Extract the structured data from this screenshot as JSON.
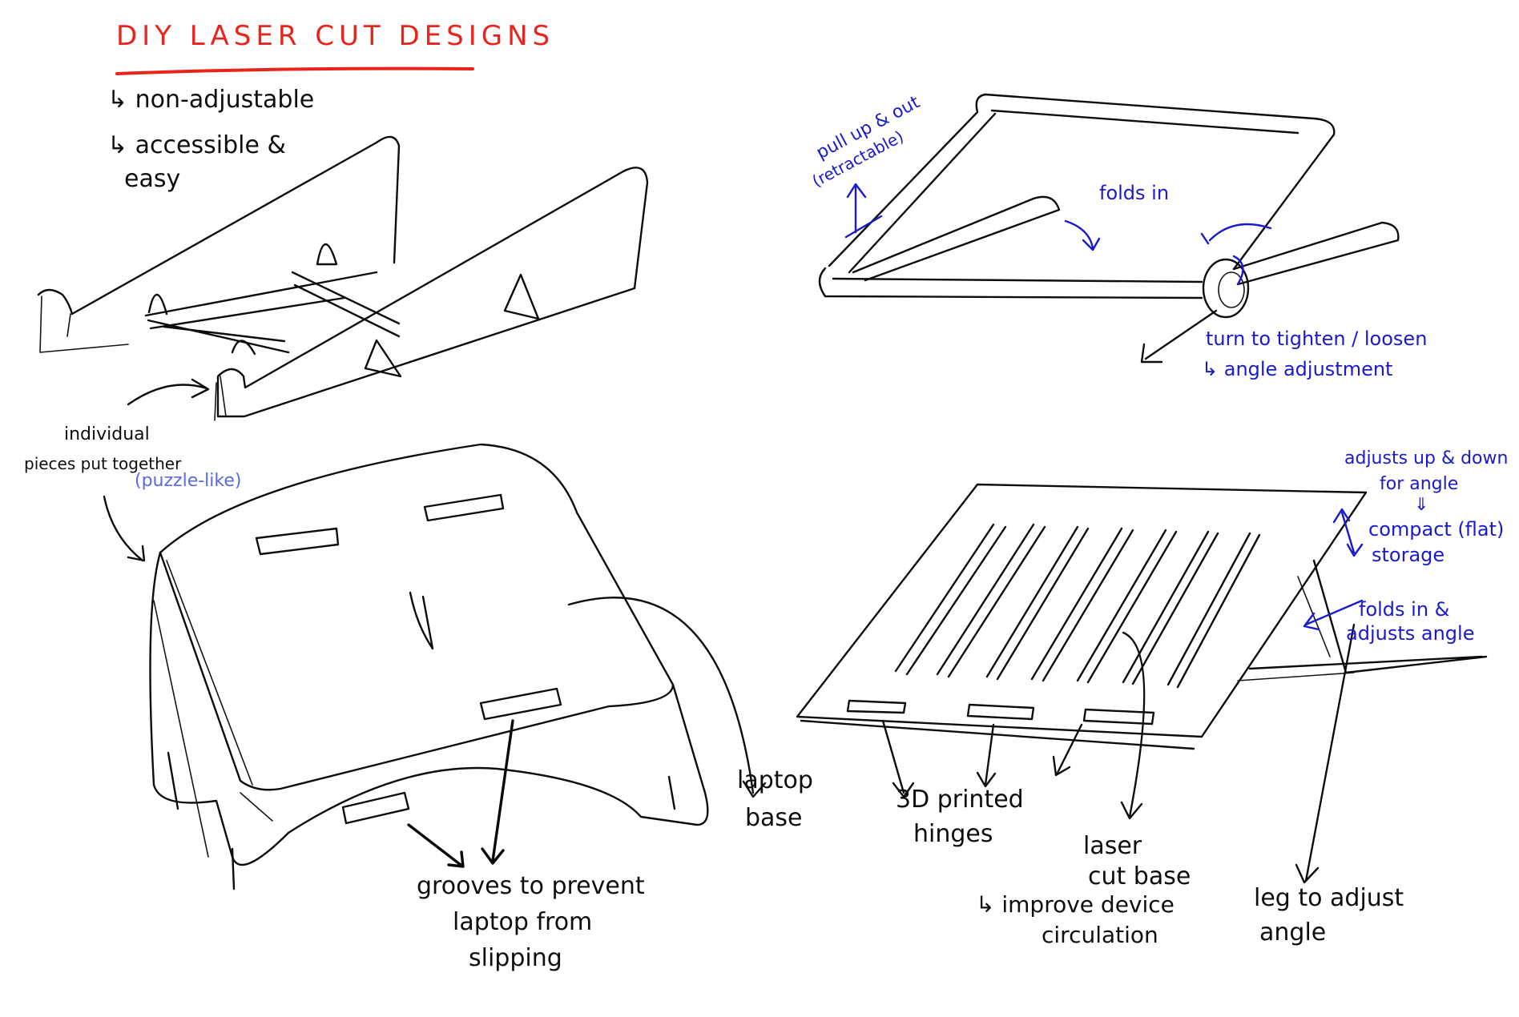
{
  "colors": {
    "ink": "#0d0d0d",
    "blue": "#1a1acc",
    "light_blue": "#5a6ae0",
    "red": "#e8251c",
    "background": "#ffffff"
  },
  "title": "DIY LASER CUT DESIGNS",
  "top_left": {
    "bullet1": "↳ non-adjustable",
    "bullet2": "↳ accessible &",
    "bullet2_cont": "easy",
    "pieces_line1": "individual",
    "pieces_line2": "pieces put together",
    "pieces_note": "(puzzle-like)"
  },
  "top_right": {
    "pull_line1": "pull up & out",
    "pull_line2": "(retractable)",
    "folds_in": "folds in",
    "turn": "turn to tighten / loosen",
    "angle_adj": "↳ angle adjustment"
  },
  "bottom_left": {
    "laptop_base_1": "laptop",
    "laptop_base_2": "base",
    "grooves_1": "grooves to prevent",
    "grooves_2": "laptop from",
    "grooves_3": "slipping"
  },
  "bottom_right": {
    "adjusts_1": "adjusts up & down",
    "adjusts_2": "for angle",
    "adjusts_arrow": "⇓",
    "compact_1": "compact (flat)",
    "compact_2": "storage",
    "folds_1": "folds in &",
    "folds_2": "adjusts angle",
    "hinges_1": "3D printed",
    "hinges_2": "hinges",
    "laser_1": "laser",
    "laser_2": "cut base",
    "laser_3": "↳ improve device",
    "laser_4": "circulation",
    "leg_1": "leg to adjust",
    "leg_2": "angle"
  }
}
